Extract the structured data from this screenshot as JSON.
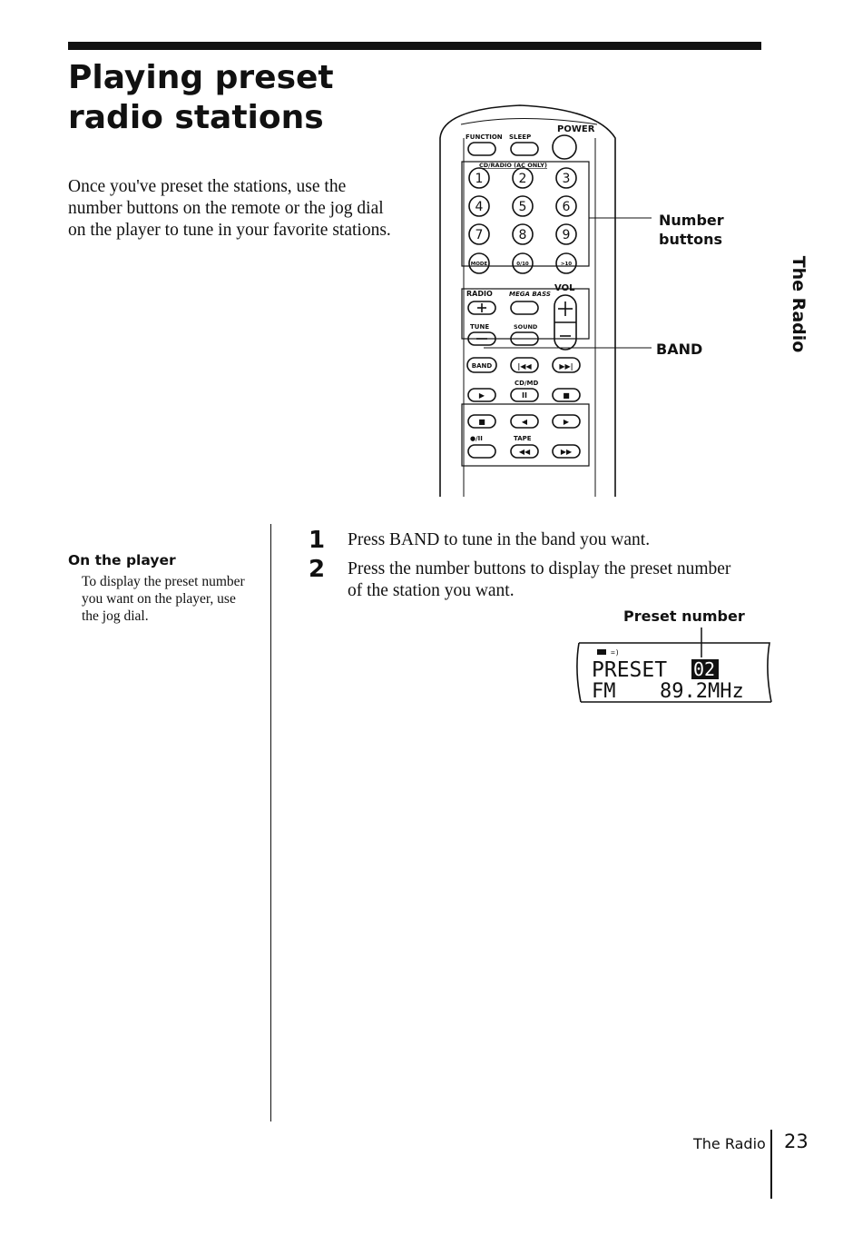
{
  "header": {
    "title_line1": "Playing preset",
    "title_line2": "radio stations"
  },
  "intro": "Once you've preset the stations, use the number buttons on the remote or the jog dial on the player to tune in your favorite stations.",
  "remote": {
    "function_label": "FUNCTION",
    "sleep_label": "SLEEP",
    "power_label": "POWER",
    "cd_radio_label": "CD/RADIO (AC ONLY)",
    "number_keys": [
      "1",
      "2",
      "3",
      "4",
      "5",
      "6",
      "7",
      "8",
      "9"
    ],
    "mode_label": "MODE",
    "zero_ten_label": "0/10",
    "gt10_label": ">10",
    "radio_label": "RADIO",
    "megabass_label": "MEGA BASS",
    "vol_label": "VOL",
    "tune_label": "TUNE",
    "sound_label": "SOUND",
    "band_label": "BAND",
    "cdmd_label": "CD/MD",
    "tape_rec_label": "●/II",
    "tape_label": "TAPE"
  },
  "callouts": {
    "number_buttons_line1": "Number",
    "number_buttons_line2": "buttons",
    "band": "BAND"
  },
  "side_tab": "The Radio",
  "sidebar": {
    "heading": "On the player",
    "body": "To display the preset number you want on the player, use the jog dial."
  },
  "steps": [
    {
      "number": "1",
      "text": "Press BAND to tune in the band you want."
    },
    {
      "number": "2",
      "text": "Press the number buttons to display the preset number of the station you want."
    }
  ],
  "display": {
    "label": "Preset number",
    "line1_text": "PRESET",
    "preset_value": "02",
    "line2_band": "FM",
    "line2_freq": "89.2MHz"
  },
  "footer": {
    "section": "The Radio",
    "page": "23"
  }
}
